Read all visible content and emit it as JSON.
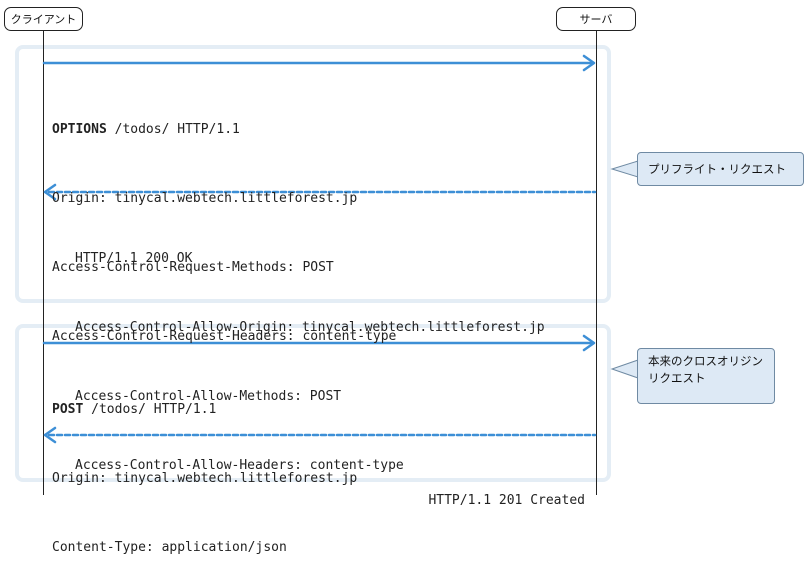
{
  "actors": {
    "client": {
      "label": "クライアント"
    },
    "server": {
      "label": "サーバ"
    }
  },
  "preflight": {
    "callout": "プリフライト・リクエスト",
    "request": {
      "method": "OPTIONS",
      "request_line_rest": " /todos/ HTTP/1.1",
      "headers": [
        "Origin: tinycal.webtech.littleforest.jp",
        "Access-Control-Request-Methods: POST",
        "Access-Control-Request-Headers: content-type"
      ]
    },
    "response": {
      "lines": [
        "HTTP/1.1 200 OK",
        "Access-Control-Allow-Origin: tinycal.webtech.littleforest.jp",
        "Access-Control-Allow-Methods: POST",
        "Access-Control-Allow-Headers: content-type"
      ]
    }
  },
  "actual": {
    "callout_line1": "本来のクロスオリジン",
    "callout_line2": "リクエスト",
    "request": {
      "method": "POST",
      "request_line_rest": " /todos/ HTTP/1.1",
      "headers": [
        "Origin: tinycal.webtech.littleforest.jp",
        "Content-Type: application/json"
      ]
    },
    "response": {
      "lines": [
        "HTTP/1.1 201 Created"
      ]
    }
  },
  "colors": {
    "arrow": "#3d8fd6",
    "group_border": "#e4edf5",
    "callout_fill": "#dde9f5",
    "callout_border": "#6f8aa3",
    "line": "#222222"
  }
}
